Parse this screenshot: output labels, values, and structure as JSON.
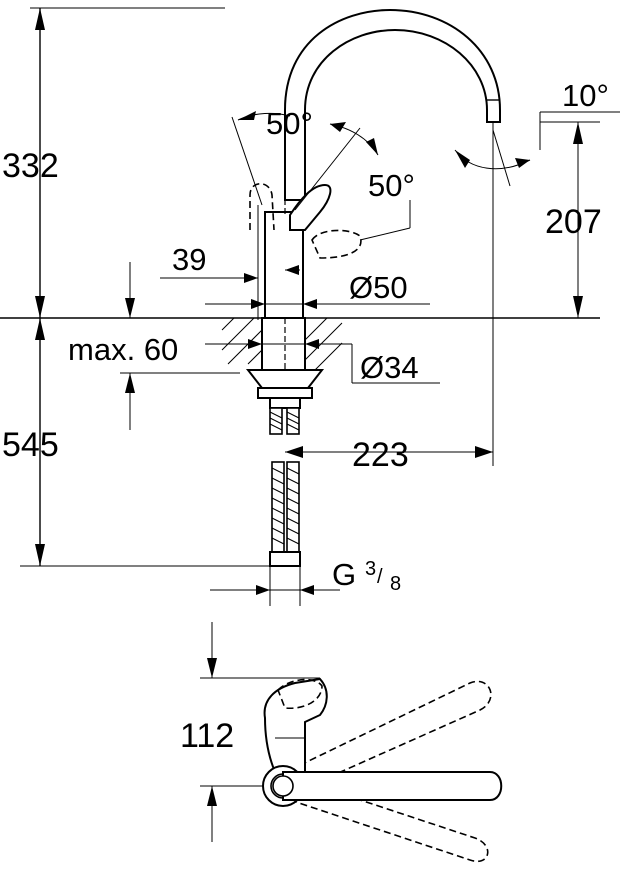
{
  "dimensions": {
    "height_top": "332",
    "height_bottom": "545",
    "spout_height": "207",
    "spout_reach": "223",
    "spout_angle": "10°",
    "handle_angle_left": "50°",
    "handle_angle_right": "50°",
    "handle_offset": "39",
    "body_diameter": "Ø50",
    "hole_diameter": "Ø34",
    "max_thickness_prefix": "max.",
    "max_thickness_value": "60",
    "thread_G": "G",
    "thread_num": "3",
    "thread_den": "8",
    "plan_depth": "112"
  }
}
